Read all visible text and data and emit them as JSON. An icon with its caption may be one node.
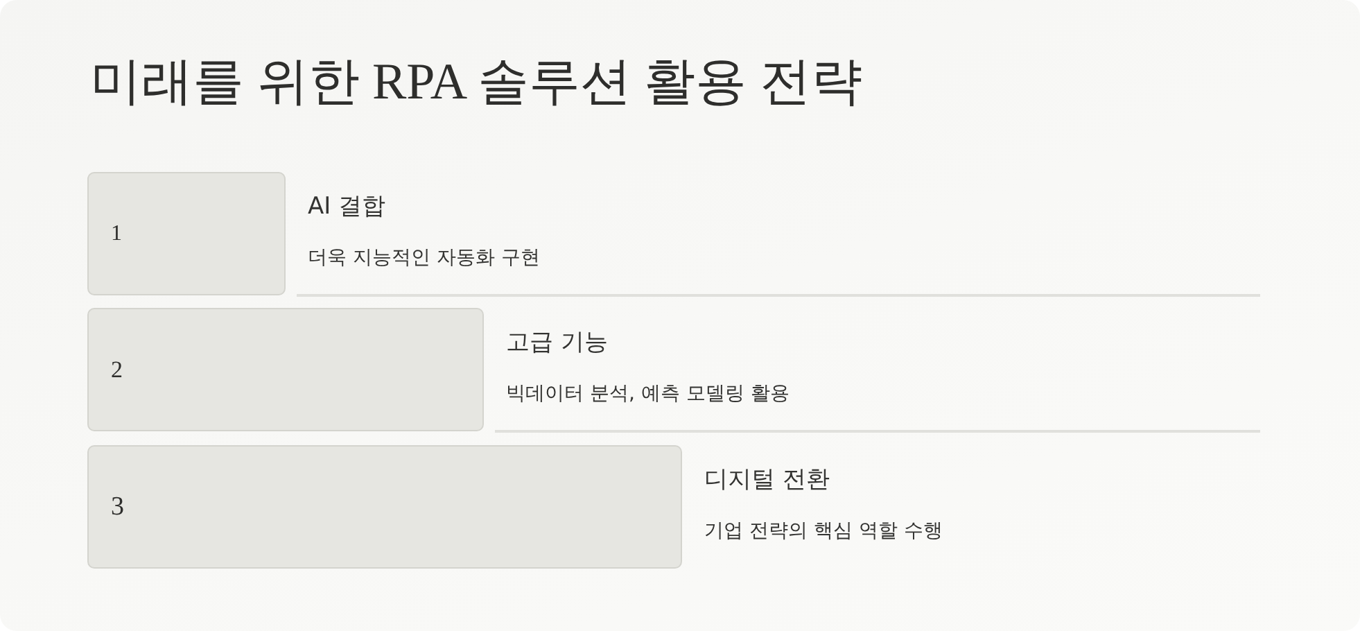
{
  "diagram": {
    "title": "미래를 위한 RPA 솔루션 활용 전략",
    "nodes": [
      {
        "text": [
          "1"
        ],
        "beside": [
          "AI 결합",
          "더욱 지능적인 자동화 구현"
        ]
      },
      {
        "text": [
          "2"
        ],
        "beside": [
          "고급 기능",
          "빅데이터 분석, 예측 모델링 활용"
        ]
      },
      {
        "text": [
          "3"
        ],
        "beside": [
          "디지털 전환",
          "기업 전략의 핵심 역할 수행"
        ]
      }
    ]
  }
}
